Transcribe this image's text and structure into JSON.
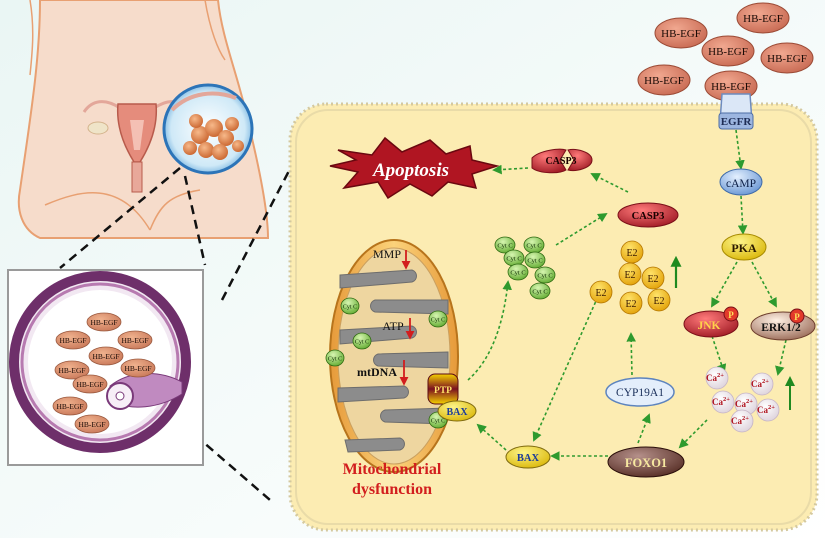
{
  "ligand_label": "HB-EGF",
  "receptor_label": "EGFR",
  "follicle_ligand_label": "HB-EGF",
  "nodes": {
    "camp": "cAMP",
    "pka": "PKA",
    "jnk": "JNK",
    "erk": "ERK1/2",
    "foxo1": "FOXO1",
    "cyp19a1": "CYP19A1",
    "bax": "BAX",
    "casp3": "CASP3",
    "e2": "E2",
    "ptp": "PTP",
    "phospho": "P",
    "cytc": "Cyt C",
    "ca_base": "Ca",
    "ca_sup": "2+"
  },
  "mito_labels": {
    "mmp": "MMP",
    "atp": "ATP",
    "mtdna": "mtDNA"
  },
  "apoptosis_label": "Apoptosis",
  "caption": {
    "line1": "Mitochondrial",
    "line2": "dysfunction"
  },
  "colors": {
    "cell_fill": "#fcecb2",
    "ligand": "#d9826a",
    "arrow": "#2e9a2e",
    "down_arrow": "#d21e1e",
    "up_arrow": "#1f8a1f",
    "caption": "#d21e1e",
    "apoptosis_burst": "#b01522",
    "cytc": "#7fc63c",
    "e2": "#f2b713",
    "follicle_ring": "#6e2f6a"
  }
}
